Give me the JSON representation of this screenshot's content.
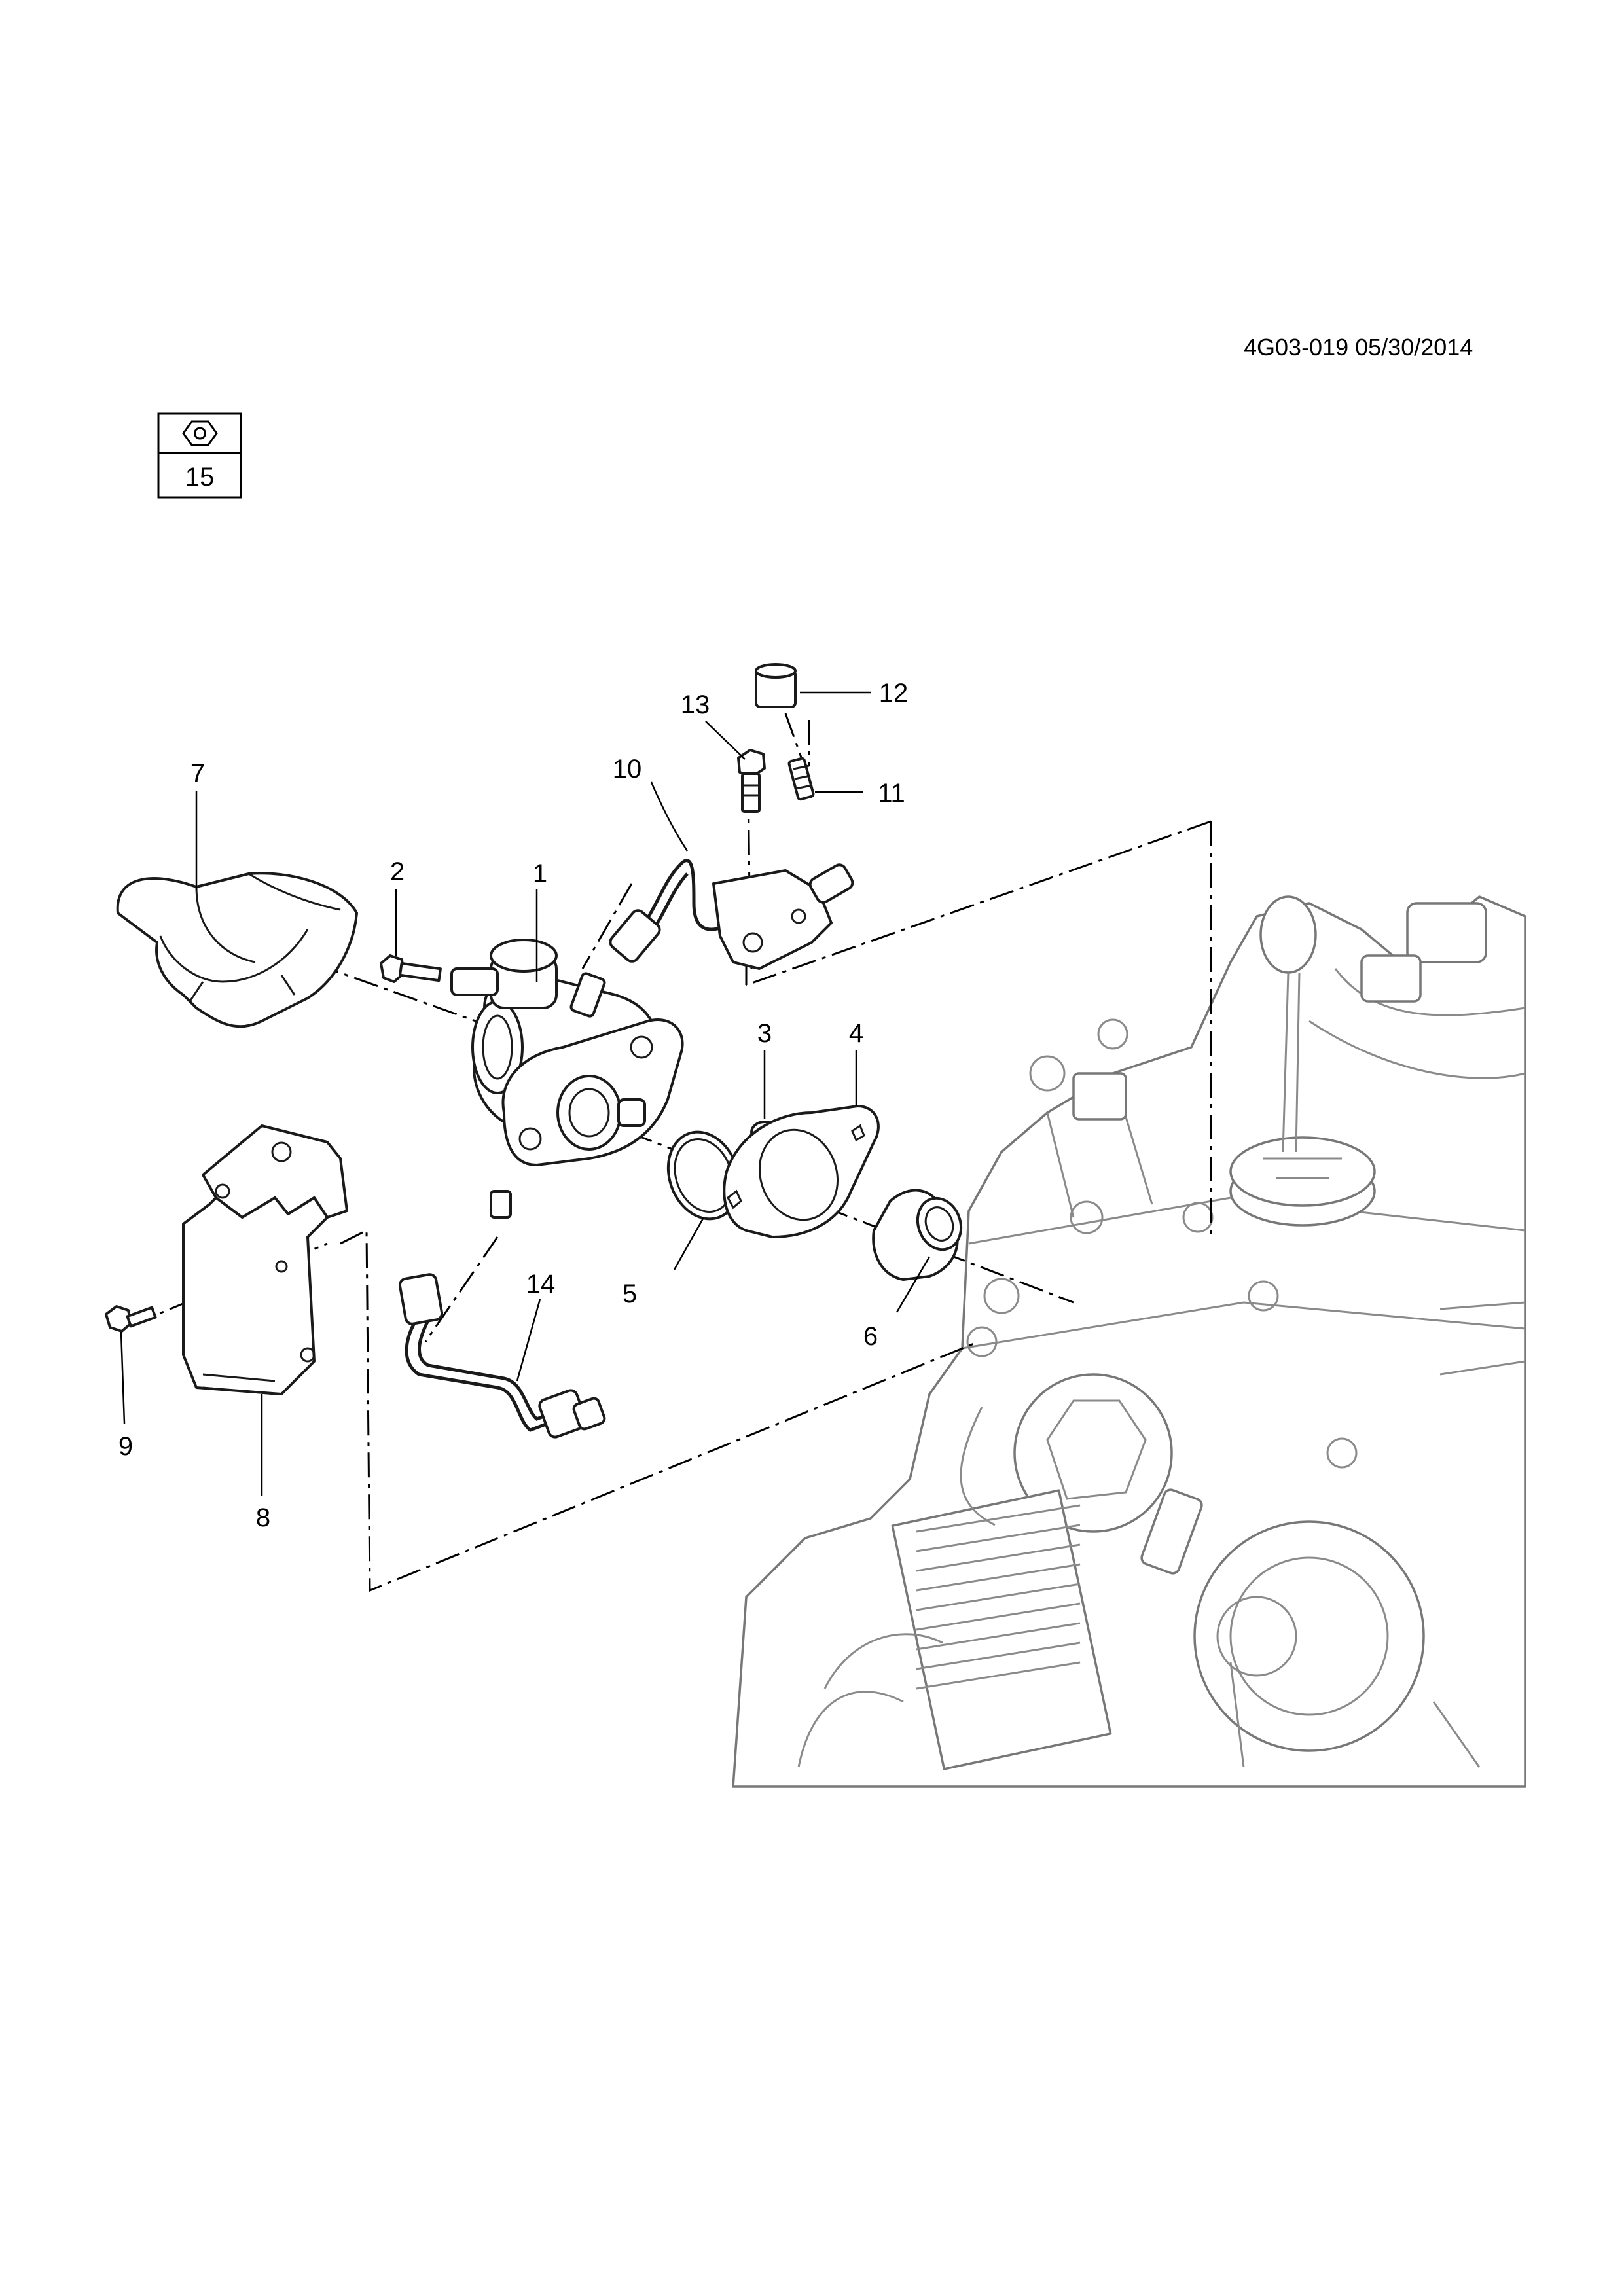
{
  "header": {
    "reference": "4G03-019 05/30/2014"
  },
  "legend_box": {
    "number": "15",
    "icon": "hex-nut-icon"
  },
  "callouts": {
    "c1": "1",
    "c2": "2",
    "c3": "3",
    "c4": "4",
    "c5": "5",
    "c6": "6",
    "c7": "7",
    "c8": "8",
    "c9": "9",
    "c10": "10",
    "c11": "11",
    "c12": "12",
    "c13": "13",
    "c14": "14"
  }
}
